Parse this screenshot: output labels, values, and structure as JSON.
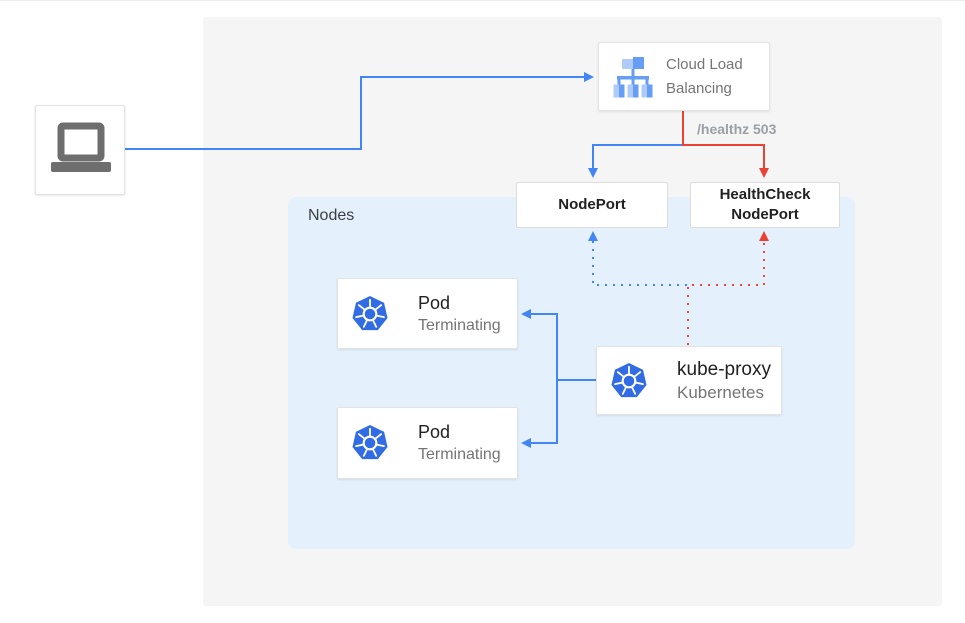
{
  "colors": {
    "blue": "#4285f4",
    "red": "#ea4335",
    "k8s_blue": "#326ce5",
    "panel_gray": "#f5f5f6",
    "panel_blue": "#e4f1fc",
    "text_dark": "#212121",
    "text_gray": "#757575",
    "label_gray": "#9aa0a6"
  },
  "nodes_panel": {
    "label": "Nodes"
  },
  "client": {
    "icon": "laptop-icon"
  },
  "cloud_load_balancing": {
    "label": "Cloud Load Balancing",
    "icon": "load-balancer-icon"
  },
  "nodeport": {
    "label": "NodePort"
  },
  "healthcheck_nodeport": {
    "label": "HealthCheck NodePort"
  },
  "pods": [
    {
      "title": "Pod",
      "subtitle": "Terminating",
      "icon": "kubernetes-icon"
    },
    {
      "title": "Pod",
      "subtitle": "Terminating",
      "icon": "kubernetes-icon"
    }
  ],
  "kube_proxy": {
    "title": "kube-proxy",
    "subtitle": "Kubernetes",
    "icon": "kubernetes-icon"
  },
  "edges": [
    {
      "from": "client",
      "to": "cloud-load-balancing",
      "style": "solid",
      "color": "blue",
      "label": ""
    },
    {
      "from": "cloud-load-balancing",
      "to": "nodeport",
      "style": "solid",
      "color": "blue",
      "label": ""
    },
    {
      "from": "cloud-load-balancing",
      "to": "healthcheck-nodeport",
      "style": "solid",
      "color": "red",
      "label": "/healthz 503"
    },
    {
      "from": "kube-proxy",
      "to": "nodeport",
      "style": "dotted",
      "color": "blue",
      "label": ""
    },
    {
      "from": "kube-proxy",
      "to": "healthcheck-nodeport",
      "style": "dotted",
      "color": "red",
      "label": ""
    },
    {
      "from": "kube-proxy",
      "to": "pod-1",
      "style": "solid",
      "color": "blue",
      "label": ""
    },
    {
      "from": "kube-proxy",
      "to": "pod-2",
      "style": "solid",
      "color": "blue",
      "label": ""
    }
  ]
}
